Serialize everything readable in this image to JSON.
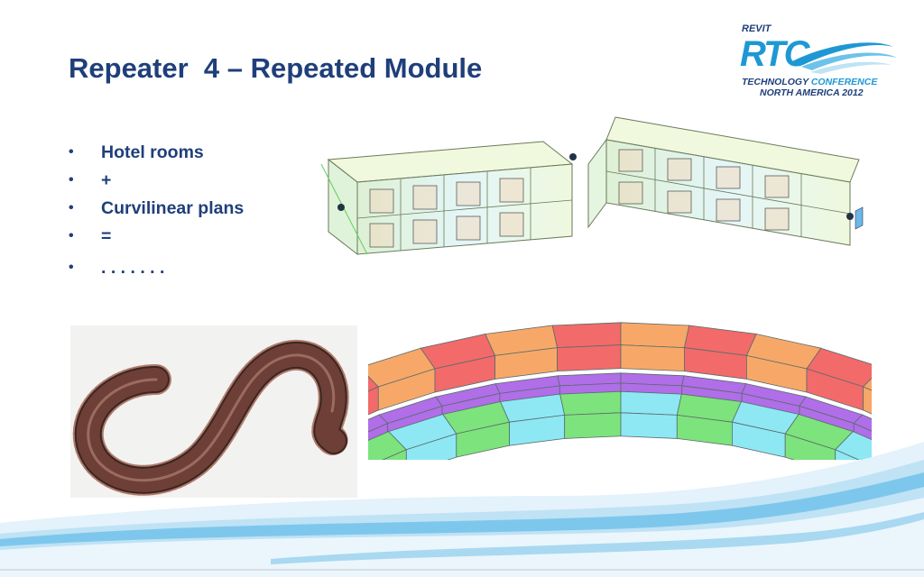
{
  "slide": {
    "title": "Repeater  4 – Repeated Module",
    "bullets": [
      "Hotel rooms",
      "+",
      "Curvilinear plans",
      "=",
      ". . . . . . ."
    ]
  },
  "logo": {
    "top_word": "REVIT",
    "mark": "RTC",
    "line1_a": "TECHNOLOGY ",
    "line1_b": "CONFERENCE",
    "line2": "NORTH AMERICA 2012"
  },
  "figures": {
    "photo_subject": "millipede-photo",
    "top_figure": "repeated-room-modules",
    "bottom_figure": "curved-repeated-modules"
  },
  "colors": {
    "title": "#1f3f7a",
    "accent_blue": "#1e98d4",
    "red": "#f26a6a",
    "orange": "#f7a868",
    "green": "#7de37d",
    "cyan": "#8de8f4",
    "purple": "#b06ee8"
  }
}
